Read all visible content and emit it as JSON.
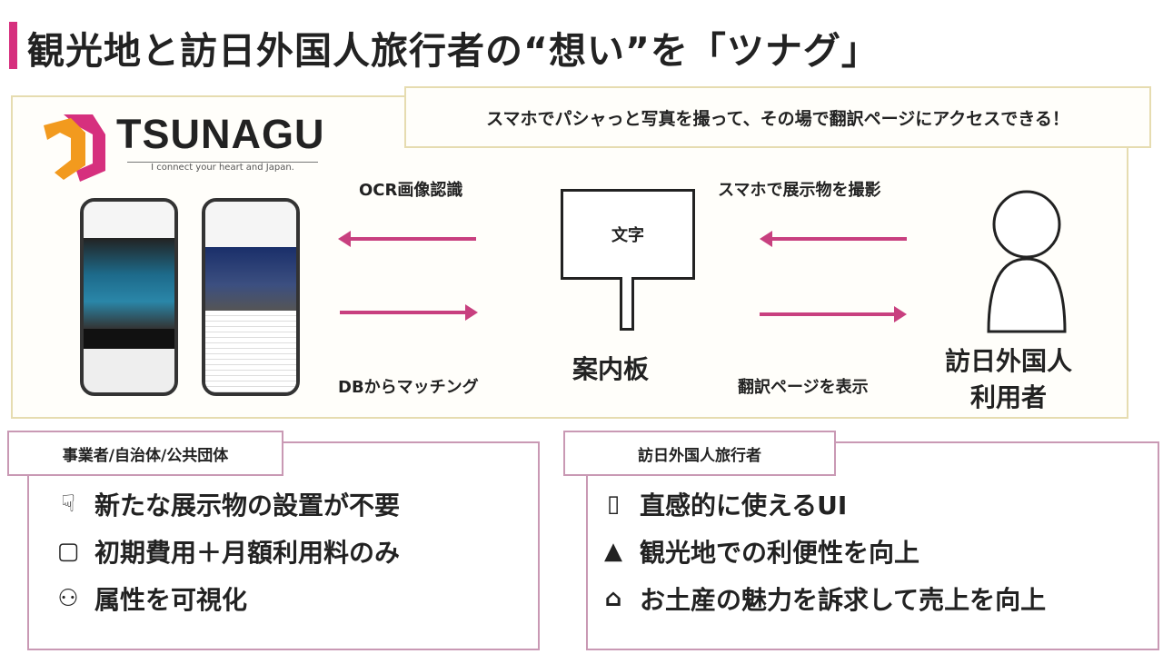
{
  "title": "観光地と訪日外国人旅行者の“想い”を「ツナグ」",
  "callout": "スマホでパシャっと写真を撮って、その場で翻訳ページにアクセスできる！",
  "logo": {
    "name": "TSUNAGU",
    "tagline": "I connect your heart and Japan."
  },
  "flow": {
    "ocr": "OCR画像認識",
    "db": "DBからマッチング",
    "sign_text": "文字",
    "sign_label": "案内板",
    "capture": "スマホで展示物を撮影",
    "show": "翻訳ページを表示",
    "user_line1": "訪日外国人",
    "user_line2": "利用者"
  },
  "left_panel": {
    "label": "事業者/自治体/公共団体",
    "items": [
      "新たな展示物の設置が不要",
      "初期費用＋月額利用料のみ",
      "属性を可視化"
    ]
  },
  "right_panel": {
    "label": "訪日外国人旅行者",
    "items": [
      "直感的に使えるUI",
      "観光地での利便性を向上",
      "お土産の魅力を訴求して売上を向上"
    ]
  },
  "colors": {
    "accent": "#d6307e",
    "arrow": "#c8407f",
    "frame": "#e6dcb0",
    "panel_border": "#c999b4"
  }
}
